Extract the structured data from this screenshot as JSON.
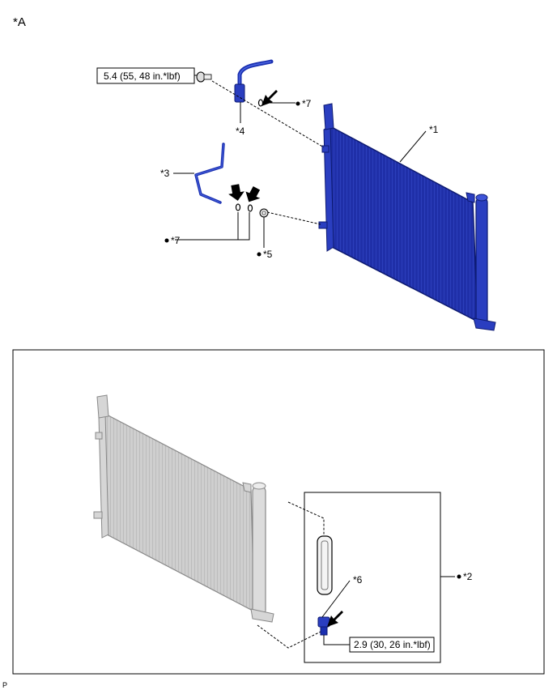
{
  "diagram": {
    "view_label": "*A",
    "corner_mark": "P",
    "torque_top": "5.4 (55, 48 in.*lbf)",
    "torque_bottom": "2.9 (30, 26 in.*lbf)",
    "callouts": {
      "c1": "*1",
      "c2": "*2",
      "c3": "*3",
      "c4": "*4",
      "c5": "*5",
      "c6": "*6",
      "c7a": "*7",
      "c7b": "*7"
    },
    "colors": {
      "part_blue": "#1a2fb0",
      "part_blue_dark": "#0d1a70",
      "gray_part": "#c8c8c8",
      "frame": "#000000"
    }
  }
}
